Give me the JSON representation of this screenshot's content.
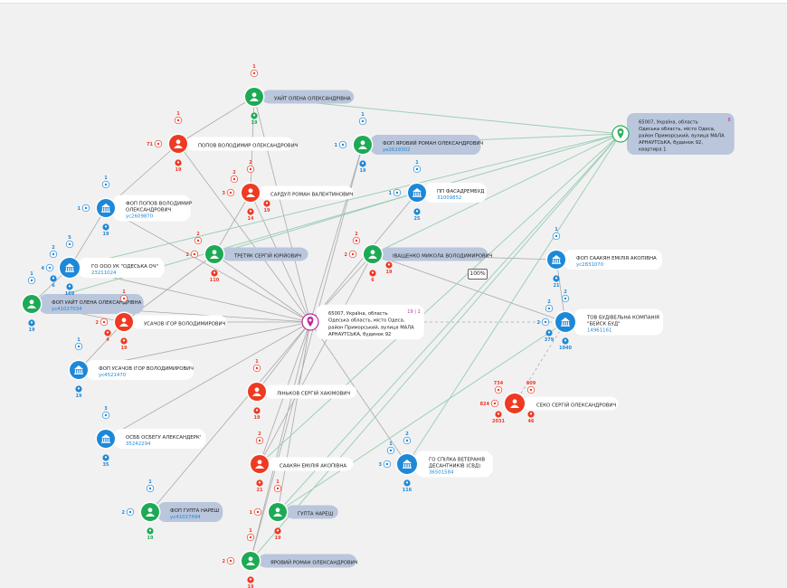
{
  "colors": {
    "person": "#1daa55",
    "org": "#1e88d8",
    "red": "#ee3a22",
    "address": "#2fae5c",
    "pink": "#c02a9a",
    "edge": "#a9a9a9",
    "edge_green": "#9fcfb5",
    "label_hl": "#b9c6dc"
  },
  "zoom_label": "100%",
  "nodes": [
    {
      "id": "uait",
      "kind": "person",
      "label": [
        "УАЙТ ОЛЕНА ОЛЕКСАНДРІВНА"
      ],
      "hl": true,
      "badges": [
        {
          "dir": "n",
          "v": "1",
          "c": "red"
        },
        {
          "dir": "s",
          "v": "19",
          "c": "green"
        }
      ]
    },
    {
      "id": "address2",
      "kind": "address",
      "label": [
        "65007, Україна, область",
        "Одеська область, місто Одеса,",
        "район Приморський, вулиця МАЛА",
        "АРНАУТСЬКА, будинок 92,",
        "квартира 1"
      ],
      "num": "8",
      "badges": []
    },
    {
      "id": "popov",
      "kind": "person_red",
      "label": [
        "ПОПОВ ВОЛОДИМИР ОЛЕКСАНДРОВИЧ"
      ],
      "badges": [
        {
          "dir": "n",
          "v": "1",
          "c": "red"
        },
        {
          "dir": "w",
          "v": "71",
          "c": "red"
        },
        {
          "dir": "s",
          "v": "19",
          "c": "red"
        }
      ]
    },
    {
      "id": "fop_yarovyi",
      "kind": "person",
      "label": [
        "ФОП ЯРОВИЙ РОМАН ОЛЕКСАНДРОВИЧ"
      ],
      "sub": "уе2629302",
      "hl": true,
      "badges": [
        {
          "dir": "n",
          "v": "1",
          "c": "org"
        },
        {
          "dir": "w",
          "v": "1",
          "c": "org"
        },
        {
          "dir": "s",
          "v": "19",
          "c": "org"
        }
      ]
    },
    {
      "id": "sardul",
      "kind": "person_red",
      "label": [
        "САРДУЛ РОМАН ВАЛЕНТИНОВИЧ"
      ],
      "badges": [
        {
          "dir": "nw",
          "v": "2",
          "c": "red"
        },
        {
          "dir": "n",
          "v": "2",
          "c": "red"
        },
        {
          "dir": "w",
          "v": "3",
          "c": "red"
        },
        {
          "dir": "s",
          "v": "14",
          "c": "red"
        },
        {
          "dir": "se",
          "v": "19",
          "c": "red"
        }
      ]
    },
    {
      "id": "pp_fasad",
      "kind": "org",
      "label": [
        "ПП ФАСАДРЕМБУД"
      ],
      "sub": "31009852",
      "badges": [
        {
          "dir": "n",
          "v": "1",
          "c": "org"
        },
        {
          "dir": "w",
          "v": "1",
          "c": "org"
        },
        {
          "dir": "s",
          "v": "25",
          "c": "org"
        }
      ]
    },
    {
      "id": "fop_popov",
      "kind": "org",
      "label": [
        "ФОП ПОПОВ ВОЛОДИМИР",
        "ОЛЕКСАНДРОВИЧ"
      ],
      "sub": "ус2609870",
      "badges": [
        {
          "dir": "n",
          "v": "1",
          "c": "org"
        },
        {
          "dir": "w",
          "v": "1",
          "c": "org"
        },
        {
          "dir": "s",
          "v": "19",
          "c": "org"
        }
      ]
    },
    {
      "id": "tretiak",
      "kind": "person",
      "label": [
        "ТРЕТЯК СЕРГІЙ ЮРІЙОВИЧ"
      ],
      "hl": true,
      "badges": [
        {
          "dir": "nw",
          "v": "2",
          "c": "red"
        },
        {
          "dir": "w",
          "v": "2",
          "c": "red"
        },
        {
          "dir": "s",
          "v": "110",
          "c": "red"
        }
      ]
    },
    {
      "id": "ivashchenko",
      "kind": "person",
      "label": [
        "ІВАЩЕНКО МИКОЛА ВОЛОДИМИРОВИЧ"
      ],
      "hl": true,
      "badges": [
        {
          "dir": "nw",
          "v": "2",
          "c": "red"
        },
        {
          "dir": "w",
          "v": "2",
          "c": "red"
        },
        {
          "dir": "s",
          "v": "6",
          "c": "red"
        },
        {
          "dir": "se",
          "v": "19",
          "c": "red"
        }
      ]
    },
    {
      "id": "go_ooo",
      "kind": "org",
      "label": [
        "ГО ООО УК \"ОДЕСЬКА ОЧ\""
      ],
      "sub": "23211024",
      "badges": [
        {
          "dir": "nw",
          "v": "2",
          "c": "org"
        },
        {
          "dir": "n",
          "v": "5",
          "c": "org"
        },
        {
          "dir": "w",
          "v": "4",
          "c": "org"
        },
        {
          "dir": "sw",
          "v": "6",
          "c": "org"
        },
        {
          "dir": "s",
          "v": "169",
          "c": "org"
        }
      ]
    },
    {
      "id": "fop_saakian",
      "kind": "org",
      "label": [
        "ФОП СААКЯН ЕМІЛІЯ АКОПІВНА"
      ],
      "sub": "ус2831070",
      "badges": [
        {
          "dir": "n",
          "v": "1",
          "c": "org"
        },
        {
          "dir": "s",
          "v": "21",
          "c": "org"
        }
      ]
    },
    {
      "id": "fop_uait",
      "kind": "person",
      "label": [
        "ФОП УАЙТ ОЛЕНА ОЛЕКСАНДРІВНА"
      ],
      "sub": "ус41027034",
      "hl": true,
      "badges": [
        {
          "dir": "n",
          "v": "1",
          "c": "org"
        },
        {
          "dir": "s",
          "v": "19",
          "c": "org"
        }
      ]
    },
    {
      "id": "address1",
      "kind": "address_pink",
      "label": [
        "65007, Україна, область",
        "Одеська область, місто Одеса,",
        "район Приморський, вулиця МАЛА",
        "АРНАУТСЬКА, будинок 92"
      ],
      "num": "19 | 1",
      "badges": []
    },
    {
      "id": "usachov",
      "kind": "person_red",
      "label": [
        "УСАЧОВ ІГОР ВОЛОДИМИРОВИЧ"
      ],
      "badges": [
        {
          "dir": "n",
          "v": "1",
          "c": "red"
        },
        {
          "dir": "w",
          "v": "2",
          "c": "red"
        },
        {
          "dir": "sw",
          "v": "4",
          "c": "red"
        },
        {
          "dir": "s",
          "v": "19",
          "c": "red"
        }
      ]
    },
    {
      "id": "tov_bud",
      "kind": "org",
      "label": [
        "ТОВ БУДІВЕЛЬНА КОМПАНІЯ",
        "\"БЕЙСК БУД\""
      ],
      "sub": "14961161",
      "badges": [
        {
          "dir": "nw",
          "v": "2",
          "c": "org"
        },
        {
          "dir": "n",
          "v": "2",
          "c": "org"
        },
        {
          "dir": "w",
          "v": "2",
          "c": "org"
        },
        {
          "dir": "sw",
          "v": "379",
          "c": "org"
        },
        {
          "dir": "s",
          "v": "1040",
          "c": "org"
        }
      ]
    },
    {
      "id": "fop_usachov",
      "kind": "org",
      "label": [
        "ФОП УСАЧОВ ІГОР ВОЛОДИМИРОВИЧ"
      ],
      "sub": "ус4521470",
      "badges": [
        {
          "dir": "n",
          "v": "1",
          "c": "org"
        },
        {
          "dir": "s",
          "v": "19",
          "c": "org"
        }
      ]
    },
    {
      "id": "linkov",
      "kind": "person_red",
      "label": [
        "ЛІНЬКОВ СЕРГІЙ ХАКІМОВИЧ"
      ],
      "badges": [
        {
          "dir": "n",
          "v": "1",
          "c": "red"
        },
        {
          "dir": "s",
          "v": "19",
          "c": "red"
        }
      ]
    },
    {
      "id": "sekko",
      "kind": "person_red",
      "label": [
        "СЕКО СЕРГІЙ ОЛЕКСАНДРОВИЧ"
      ],
      "badges": [
        {
          "dir": "nw",
          "v": "734",
          "c": "red"
        },
        {
          "dir": "ne",
          "v": "809",
          "c": "red"
        },
        {
          "dir": "w",
          "v": "824",
          "c": "red"
        },
        {
          "dir": "sw",
          "v": "2031",
          "c": "red"
        },
        {
          "dir": "se",
          "v": "46",
          "c": "red"
        }
      ]
    },
    {
      "id": "osbb",
      "kind": "org",
      "label": [
        "ОСББ ОСБЕГУ АЛЕКСАНДЕРК'"
      ],
      "sub": "35242294",
      "badges": [
        {
          "dir": "n",
          "v": "3",
          "c": "org"
        },
        {
          "dir": "s",
          "v": "35",
          "c": "org"
        }
      ]
    },
    {
      "id": "saakian",
      "kind": "person_red",
      "label": [
        "СААКЯН ЕМІЛІЯ АКОПІВНА"
      ],
      "badges": [
        {
          "dir": "n",
          "v": "2",
          "c": "red"
        },
        {
          "dir": "s",
          "v": "21",
          "c": "red"
        }
      ]
    },
    {
      "id": "go_spilka",
      "kind": "org",
      "label": [
        "ГО СПІЛКА ВЕТЕРАНІВ",
        "ДЕСАНТНИКІВ (СВД)"
      ],
      "sub": "36501584",
      "badges": [
        {
          "dir": "nw",
          "v": "1",
          "c": "org"
        },
        {
          "dir": "n",
          "v": "2",
          "c": "org"
        },
        {
          "dir": "w",
          "v": "3",
          "c": "org"
        },
        {
          "dir": "s",
          "v": "116",
          "c": "org"
        }
      ]
    },
    {
      "id": "fop_gupta",
      "kind": "person",
      "label": [
        "ФОП ГУПТА НАРЕШ"
      ],
      "sub": "ус41027494",
      "hl": true,
      "badges": [
        {
          "dir": "n",
          "v": "1",
          "c": "org"
        },
        {
          "dir": "w",
          "v": "2",
          "c": "org"
        },
        {
          "dir": "s",
          "v": "19",
          "c": "green"
        }
      ]
    },
    {
      "id": "gupta",
      "kind": "person",
      "label": [
        "ГУПТА НАРЕШ"
      ],
      "hl": true,
      "badges": [
        {
          "dir": "n",
          "v": "1",
          "c": "red"
        },
        {
          "dir": "w",
          "v": "1",
          "c": "red"
        },
        {
          "dir": "s",
          "v": "19",
          "c": "red"
        }
      ]
    },
    {
      "id": "yarovyi",
      "kind": "person",
      "label": [
        "ЯРОВИЙ РОМАН ОЛЕКСАНДРОВИЧ"
      ],
      "hl": true,
      "badges": [
        {
          "dir": "n",
          "v": "1",
          "c": "red"
        },
        {
          "dir": "w",
          "v": "2",
          "c": "red"
        },
        {
          "dir": "s",
          "v": "19",
          "c": "red"
        }
      ]
    }
  ]
}
